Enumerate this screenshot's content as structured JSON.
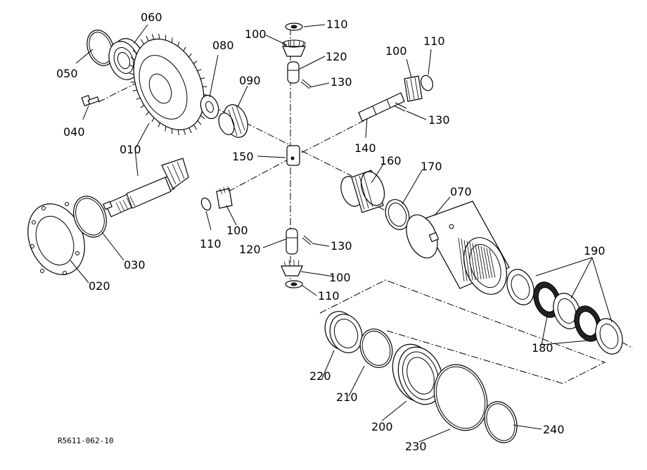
{
  "drawing_code": "R5611-062-10",
  "callouts": {
    "c010": "010",
    "c020": "020",
    "c030": "030",
    "c040": "040",
    "c050": "050",
    "c060": "060",
    "c070": "070",
    "c080": "080",
    "c090": "090",
    "c100a": "100",
    "c100b": "100",
    "c100c": "100",
    "c100d": "100",
    "c110a": "110",
    "c110b": "110",
    "c110c": "110",
    "c110d": "110",
    "c120a": "120",
    "c120b": "120",
    "c130a": "130",
    "c130b": "130",
    "c130c": "130",
    "c140": "140",
    "c150": "150",
    "c160": "160",
    "c170": "170",
    "c180": "180",
    "c190": "190",
    "c200": "200",
    "c210": "210",
    "c220": "220",
    "c230": "230",
    "c240": "240"
  }
}
